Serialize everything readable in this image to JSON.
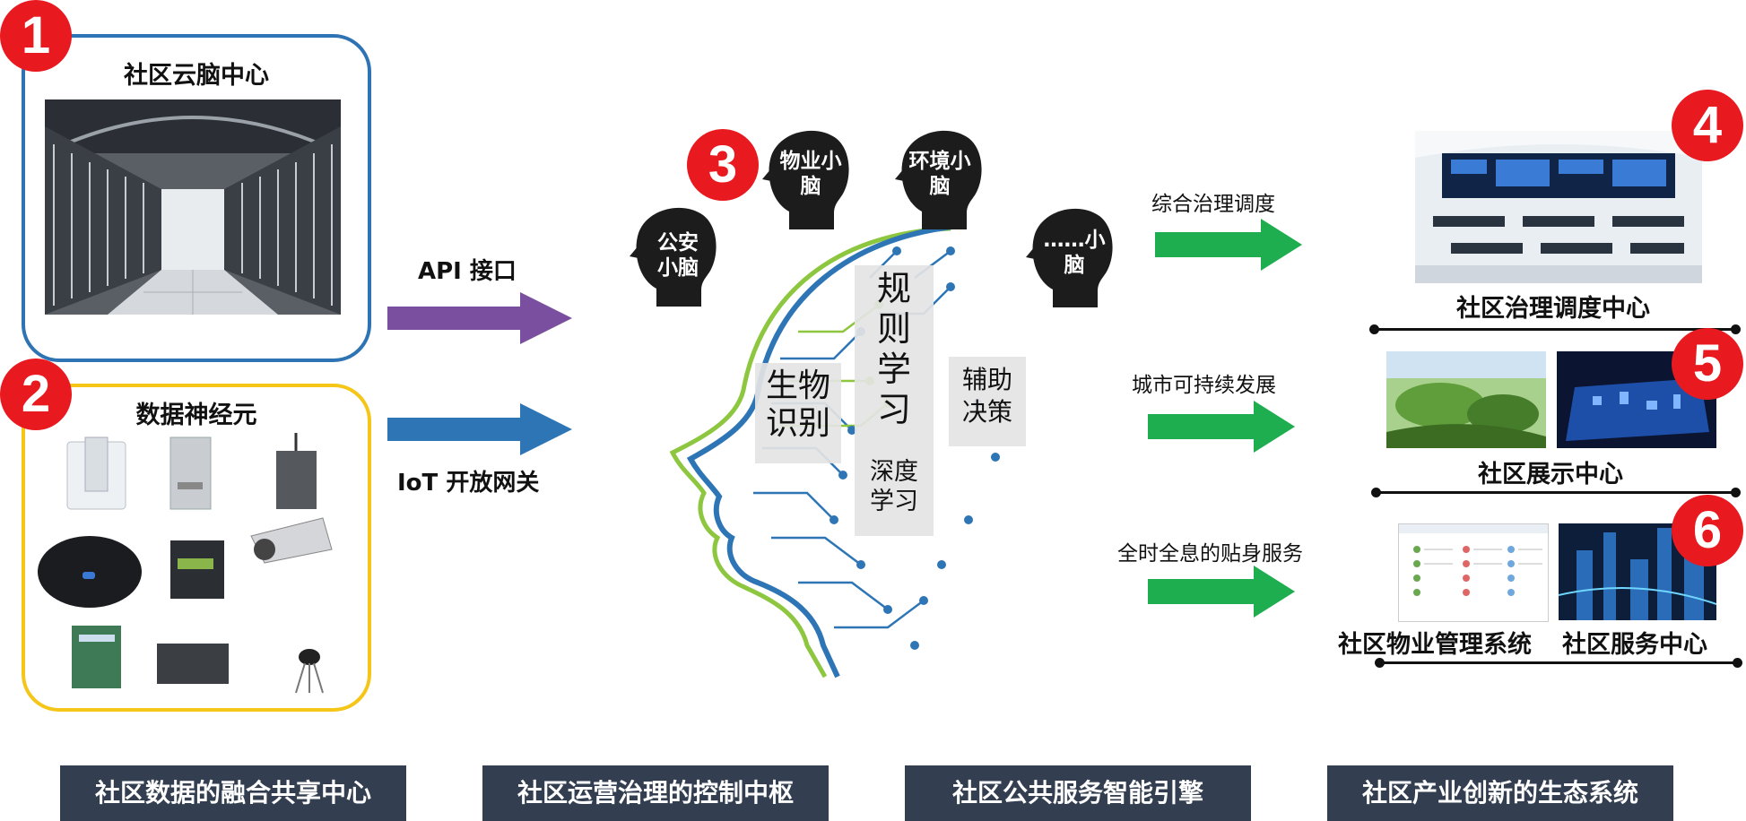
{
  "badges": [
    "1",
    "2",
    "3",
    "4",
    "5",
    "6"
  ],
  "panel1": {
    "title": "社区云脑中心",
    "icon": "server-room-photo"
  },
  "panel2": {
    "title": "数据神经元",
    "icon": "iot-devices-photo"
  },
  "connectors": {
    "api": "API 接口",
    "iot": "IoT 开放网关"
  },
  "heads": [
    {
      "line1": "公安",
      "line2": "小脑"
    },
    {
      "line1": "物业小",
      "line2": "脑"
    },
    {
      "line1": "环境小",
      "line2": "脑"
    },
    {
      "line1": "……小",
      "line2": "脑"
    }
  ],
  "center": {
    "bio": "生物\n识别",
    "rule": "规\n则\n学\n习",
    "deep": "深度\n学习",
    "assist": "辅助\n决策"
  },
  "flows": [
    "综合治理调度",
    "城市可持续发展",
    "全时全息的贴身服务"
  ],
  "outputs": {
    "dispatch": "社区治理调度中心",
    "display": "社区展示中心",
    "property": "社区物业管理系统",
    "service": "社区服务中心"
  },
  "footer": [
    "社区数据的融合共享中心",
    "社区运营治理的控制中枢",
    "社区公共服务智能引擎",
    "社区产业创新的生态系统"
  ],
  "colors": {
    "badge": "#e8191f",
    "panel1_border": "#2e74b5",
    "panel2_border": "#f5c518",
    "api_arrow": "#7b4fa0",
    "iot_arrow": "#2e75b6",
    "flow_arrow": "#1fae4f",
    "footer_bg": "#333f50"
  }
}
